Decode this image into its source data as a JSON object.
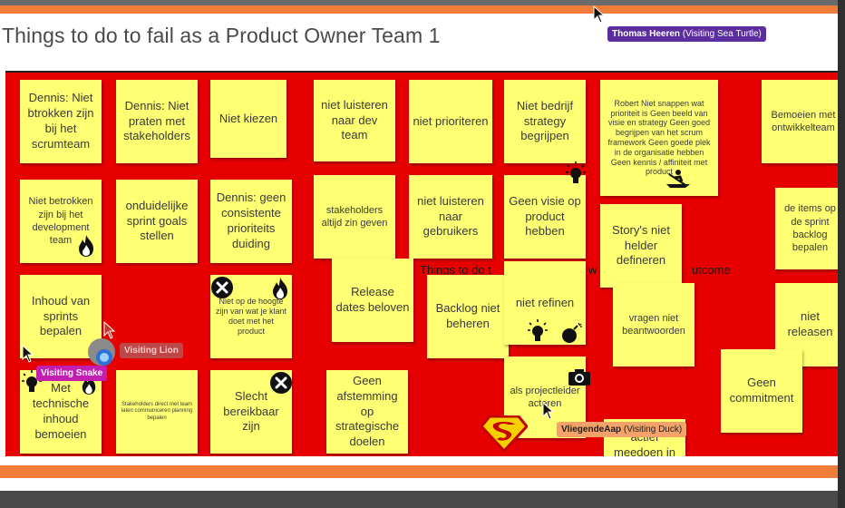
{
  "board": {
    "title": "Things to do to fail as a Product Owner Team 1",
    "overlay_text": "Things to do t",
    "overlay_text2": "w",
    "overlay_text3": "utcome"
  },
  "notes": [
    {
      "text": "Dennis: Niet btrokken zijn bij het scrumteam"
    },
    {
      "text": "Dennis: Niet praten met stakeholders"
    },
    {
      "text": "Niet kiezen"
    },
    {
      "text": "niet luisteren naar dev team"
    },
    {
      "text": "niet prioriteren"
    },
    {
      "text": "Niet bedrijf strategy begrijpen"
    },
    {
      "text": "Robert Niet snappen wat prioriteit is Geen beeld van visie en strategy Geen goed begrijpen van het scrum framework Geen goede plek in de organisatie hebben Geen kennis / affiniteit met product"
    },
    {
      "text": "Bemoeien met ontwikkelteam"
    },
    {
      "text": "Niet betrokken zijn bij het development team"
    },
    {
      "text": "onduidelijke sprint goals stellen"
    },
    {
      "text": "Dennis: geen consistente prioriteits duiding"
    },
    {
      "text": "stakeholders altijd zin geven"
    },
    {
      "text": "niet luisteren naar gebruikers"
    },
    {
      "text": "Geen visie op product hebben"
    },
    {
      "text": "Story's niet helder defineren"
    },
    {
      "text": "de items op de sprint backlog bepalen"
    },
    {
      "text": "Inhoud van sprints bepalen"
    },
    {
      "text": "Niet op de hoogte zijn van wat je klant doet met het product"
    },
    {
      "text": "Release dates beloven"
    },
    {
      "text": "Backlog niet beheren"
    },
    {
      "text": "niet refinen"
    },
    {
      "text": "vragen niet beantwoorden"
    },
    {
      "text": "niet releasen"
    },
    {
      "text": "Met technische inhoud bemoeien"
    },
    {
      "text": "Stakeholders direct met team laten communiceren planning bepalen"
    },
    {
      "text": "Slecht bereikbaar zijn"
    },
    {
      "text": "Geen afstemming op strategische doelen"
    },
    {
      "text": "als projectleider acteren"
    },
    {
      "text": "Geen commitment"
    },
    {
      "text": "actief meedoen in de daily scrum"
    }
  ],
  "collaborators": [
    {
      "name": "Thomas Heeren",
      "detail": "(Visiting Sea Turtle)",
      "color": "#5b2d9e"
    },
    {
      "name": "Visiting Lion",
      "detail": "",
      "color": "#b55a5a"
    },
    {
      "name": "Visiting Snake",
      "detail": "",
      "color": "#c21fb0"
    },
    {
      "name": "VliegendeAap",
      "detail": "(Visiting Duck)",
      "color": "#f3a36a"
    }
  ],
  "icons": [
    "fire-icon",
    "bulb-icon",
    "bomb-icon",
    "camera-icon",
    "close-icon",
    "superman-icon",
    "rowing-icon",
    "cursor-icon"
  ],
  "colors": {
    "board": "#e60000",
    "note": "#ffff73",
    "accent": "#f07c3a"
  }
}
